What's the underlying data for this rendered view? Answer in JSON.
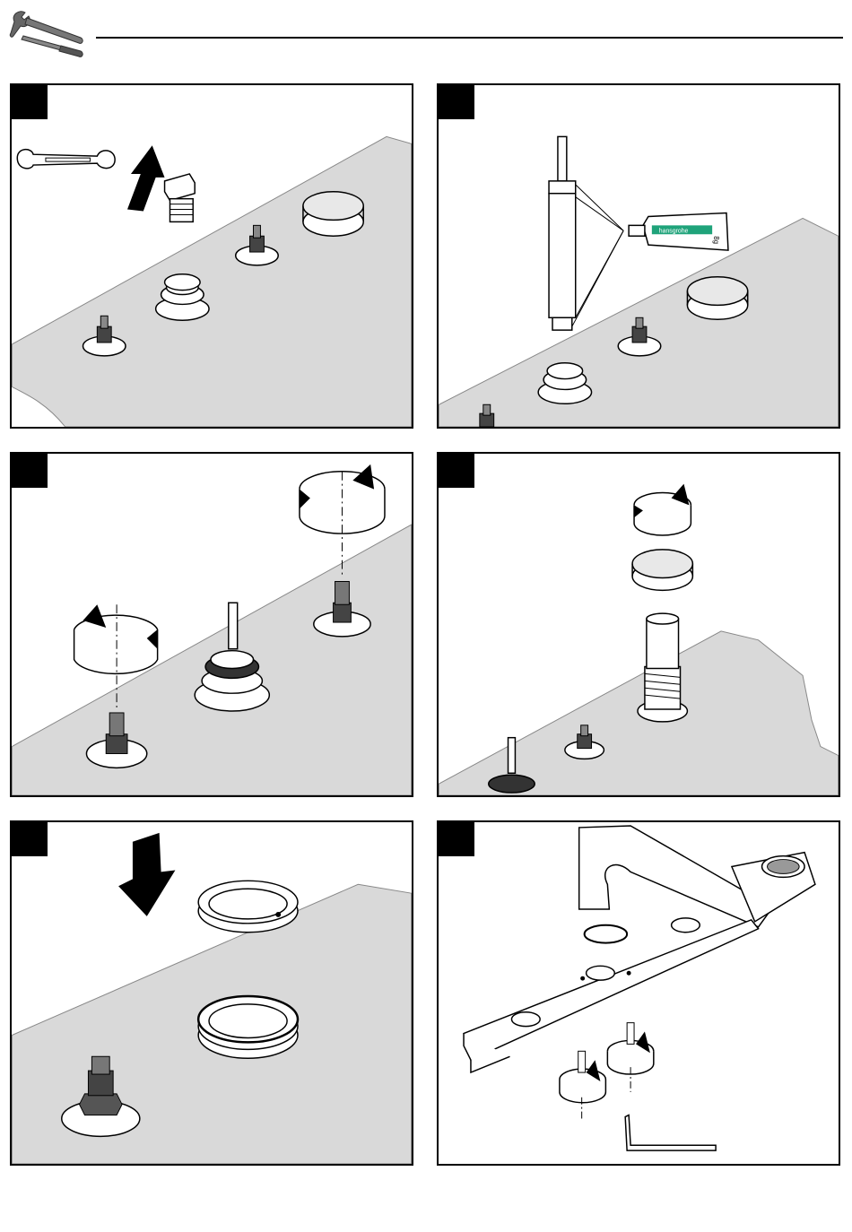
{
  "header": {
    "icon": "wrench-screwdriver-icon"
  },
  "panels": [
    {
      "id": "p1",
      "icons": [
        "open-end-wrench-icon",
        "lift-arrow-icon",
        "hex-plug-icon"
      ]
    },
    {
      "id": "p2",
      "icons": [
        "cartridge-icon",
        "grease-tube-icon"
      ],
      "grease_brand": "hansgrohe",
      "grease_amount": "8g"
    },
    {
      "id": "p3",
      "icons": [
        "rotate-ring-icon",
        "valve-stem-icon"
      ]
    },
    {
      "id": "p4",
      "icons": [
        "rotate-ring-icon",
        "cap-icon",
        "threaded-extension-icon"
      ]
    },
    {
      "id": "p5",
      "icons": [
        "down-arrow-icon",
        "escutcheon-ring-icon"
      ]
    },
    {
      "id": "p6",
      "icons": [
        "spout-icon",
        "deck-plate-icon",
        "hex-key-icon"
      ]
    }
  ],
  "colors": {
    "deck": "#d9d9d9",
    "grease_label": "#1fa37a",
    "line": "#000000"
  }
}
